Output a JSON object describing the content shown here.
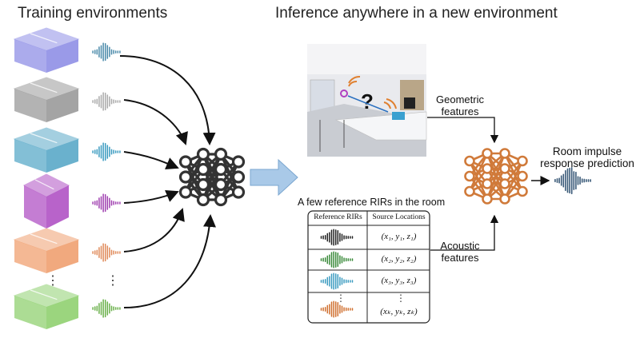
{
  "header": {
    "left_title": "Training environments",
    "right_title": "Inference anywhere in a new environment"
  },
  "labels": {
    "geometric_line1": "Geometric",
    "geometric_line2": "features",
    "acoustic_line1": "Acoustic",
    "acoustic_line2": "features",
    "output_line1": "Room impulse",
    "output_line2": "response prediction",
    "few_refs": "A few reference RIRs in the room",
    "ellipsis": "⋮"
  },
  "table": {
    "headers": [
      "Reference RIRs",
      "Source Locations"
    ],
    "rows": [
      {
        "loc": "(x₁, y₁, z₁)"
      },
      {
        "loc": "(x₂, y₂, z₂)"
      },
      {
        "loc": "(x₃, y₃, z₃)"
      },
      {
        "loc": "(xₖ, yₖ, zₖ)"
      }
    ]
  },
  "colors": {
    "env": [
      "#8f8fe6",
      "#9a9a9a",
      "#5aa9c8",
      "#b052c4",
      "#f0a070",
      "#90d070"
    ],
    "waves": [
      "#4a8aaa",
      "#aaaaaa",
      "#3b9bc0",
      "#a040b0",
      "#e08a5a",
      "#6ab04a"
    ],
    "table_waves": [
      "#222222",
      "#3a8a3a",
      "#3b9bc0",
      "#d07030"
    ],
    "train_net": "#333333",
    "infer_net": "#d07a3a",
    "output_wave": "#3a5a78",
    "arrow": "#a9c9e8"
  }
}
